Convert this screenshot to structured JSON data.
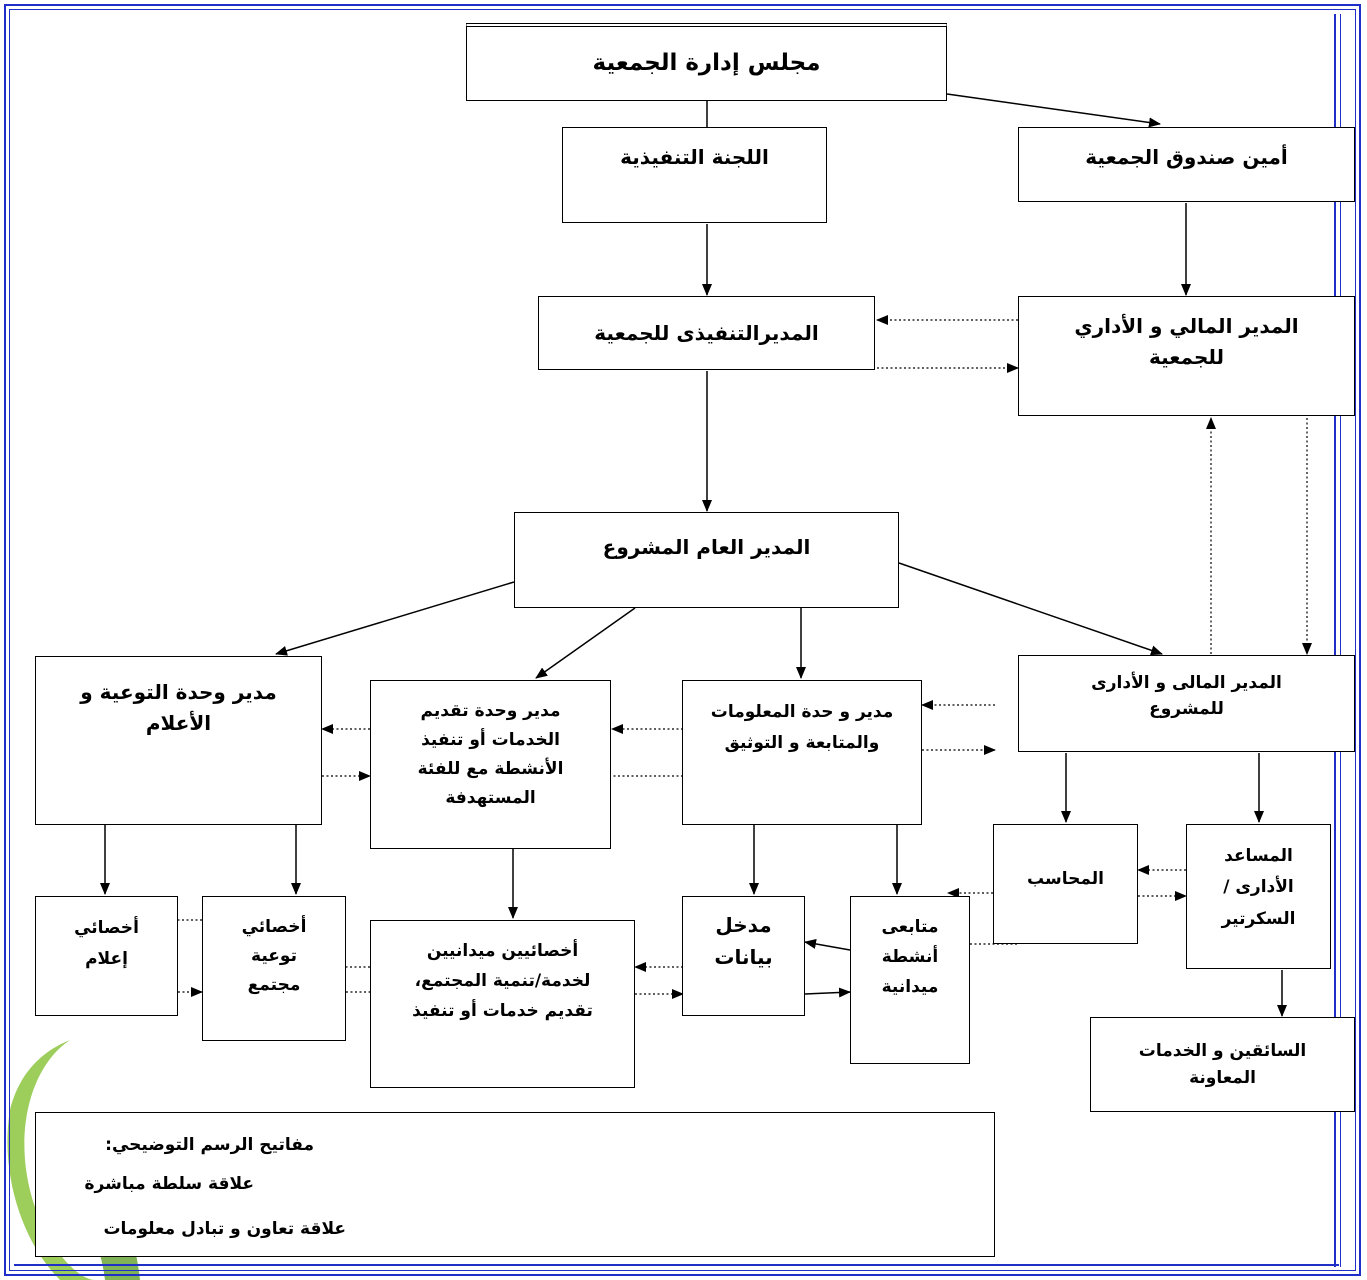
{
  "board": "مجلس إدارة الجمعية",
  "executive_committee": "اللجنة التنفيذية",
  "treasurer": "أمين صندوق الجمعية",
  "executive_director": "المديرالتنفيذى للجمعية",
  "fin_admin_director_assoc": "المدير المالي و الأداري للجمعية",
  "general_manager": "المدير العام المشروع",
  "fin_admin_director_project": "المدير المالى و الأدارى للمشروع",
  "mis_unit_manager": "مدير و حدة المعلومات والمتابعة و التوثيق",
  "services_unit_manager": "مدير وحدة تقديم الخدمات أو تنفيذ الأنشطة مع للفئة المستهدفة",
  "awareness_unit_manager": "مدير وحدة التوعية و الأعلام",
  "accountant": "المحاسب",
  "admin_assistant": "المساعد الأدارى /السكرتير",
  "drivers": "السائقين و الخدمات المعاونة",
  "field_monitors": "متابعى أنشطة ميدانية",
  "data_entry": "مدخل بيانات",
  "field_specialists": "أخصائيين ميدانيين لخدمة/تنمية المجتمع، تقديم خدمات أو تنفيذ",
  "community_awareness": "أخصائي توعية مجتمع",
  "media_specialist": "أخصائي إعلام",
  "legend": {
    "title": "مفاتيح الرسم التوضيحي:",
    "direct": "علاقة سلطة مباشرة",
    "cooperation": "علاقة تعاون و تبادل معلومات"
  },
  "colors": {
    "frame": "#1f2fc8",
    "decoration": "#8cc63f"
  }
}
